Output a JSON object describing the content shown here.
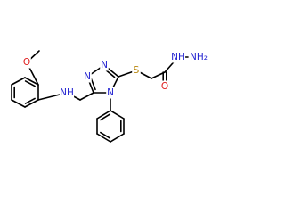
{
  "molecule": {
    "colors": {
      "bond": "#000000",
      "nitrogen": "#1f1fd0",
      "oxygen": "#e02020",
      "sulfur": "#b8860b"
    },
    "atoms": {
      "methoxy_o": "O",
      "amine_nh": "NH",
      "triazole_n1": "N",
      "triazole_n2": "N",
      "triazole_n4": "N",
      "thioether_s": "S",
      "carbonyl_o": "O",
      "hydrazide_nh": "NH",
      "hydrazide_nh2": "NH₂"
    }
  }
}
